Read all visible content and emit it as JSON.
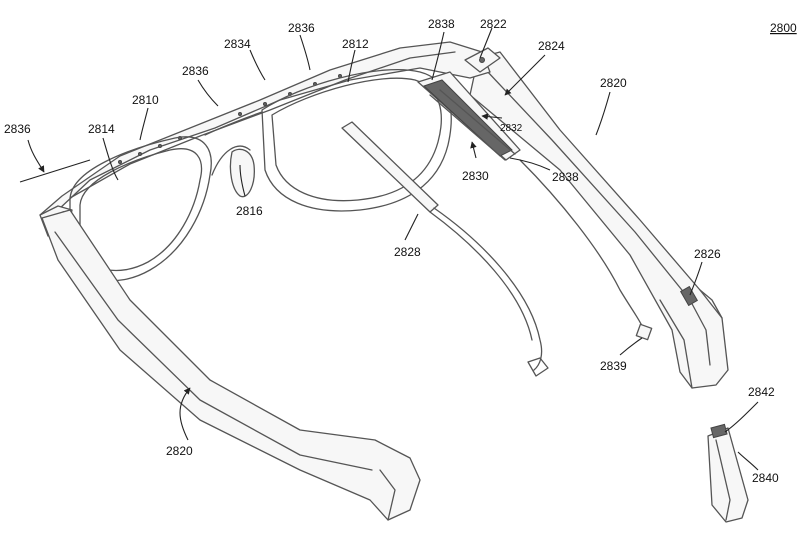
{
  "figure": {
    "number": "2800",
    "labels": {
      "l2836_left": "2836",
      "l2814": "2814",
      "l2810": "2810",
      "l2836_mid": "2836",
      "l2834": "2834",
      "l2836_top": "2836",
      "l2812": "2812",
      "l2838_top": "2838",
      "l2822": "2822",
      "l2824": "2824",
      "l2820_right": "2820",
      "l2832": "2832",
      "l2830": "2830",
      "l2838_bottom": "2838",
      "l2816": "2816",
      "l2828": "2828",
      "l2826": "2826",
      "l2839": "2839",
      "l2820_left": "2820",
      "l2842": "2842",
      "l2840": "2840"
    }
  }
}
